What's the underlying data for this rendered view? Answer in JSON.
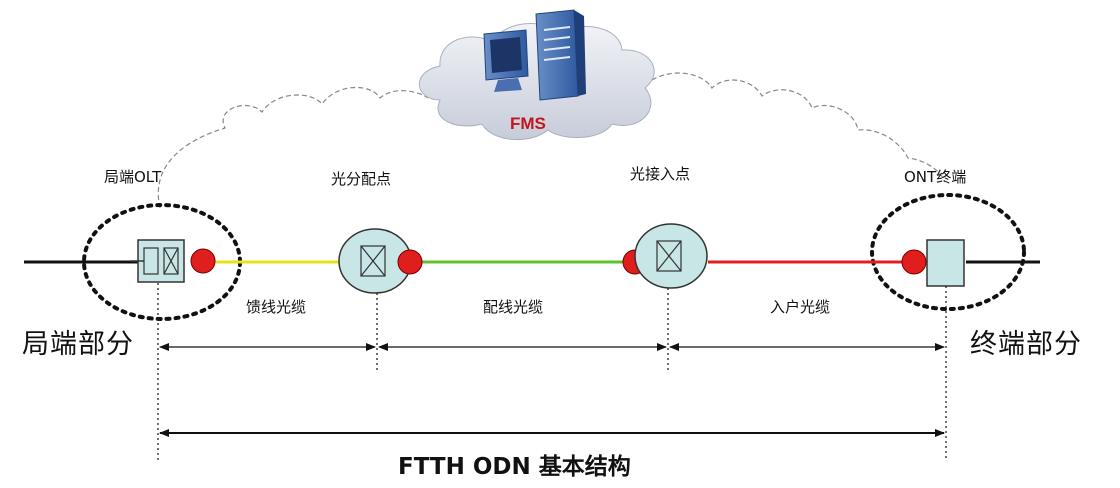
{
  "diagram": {
    "title": "FTTH ODN 基本结构",
    "nodes": {
      "fms": "FMS",
      "olt": "局端OLT",
      "splitter": "光分配点",
      "access_point": "光接入点",
      "ont": "ONT终端"
    },
    "cables": {
      "feeder": "馈线光缆",
      "distribution": "配线光缆",
      "drop": "入户光缆"
    },
    "sections": {
      "left": "局端部分",
      "right": "终端部分"
    },
    "colors": {
      "feeder_cable": "#e8e21c",
      "distribution_cable": "#5cc22d",
      "drop_cable": "#e02020",
      "connector": "#e01e1e",
      "device_fill": "#c9e6e6",
      "fms_label": "#c0161d"
    }
  }
}
